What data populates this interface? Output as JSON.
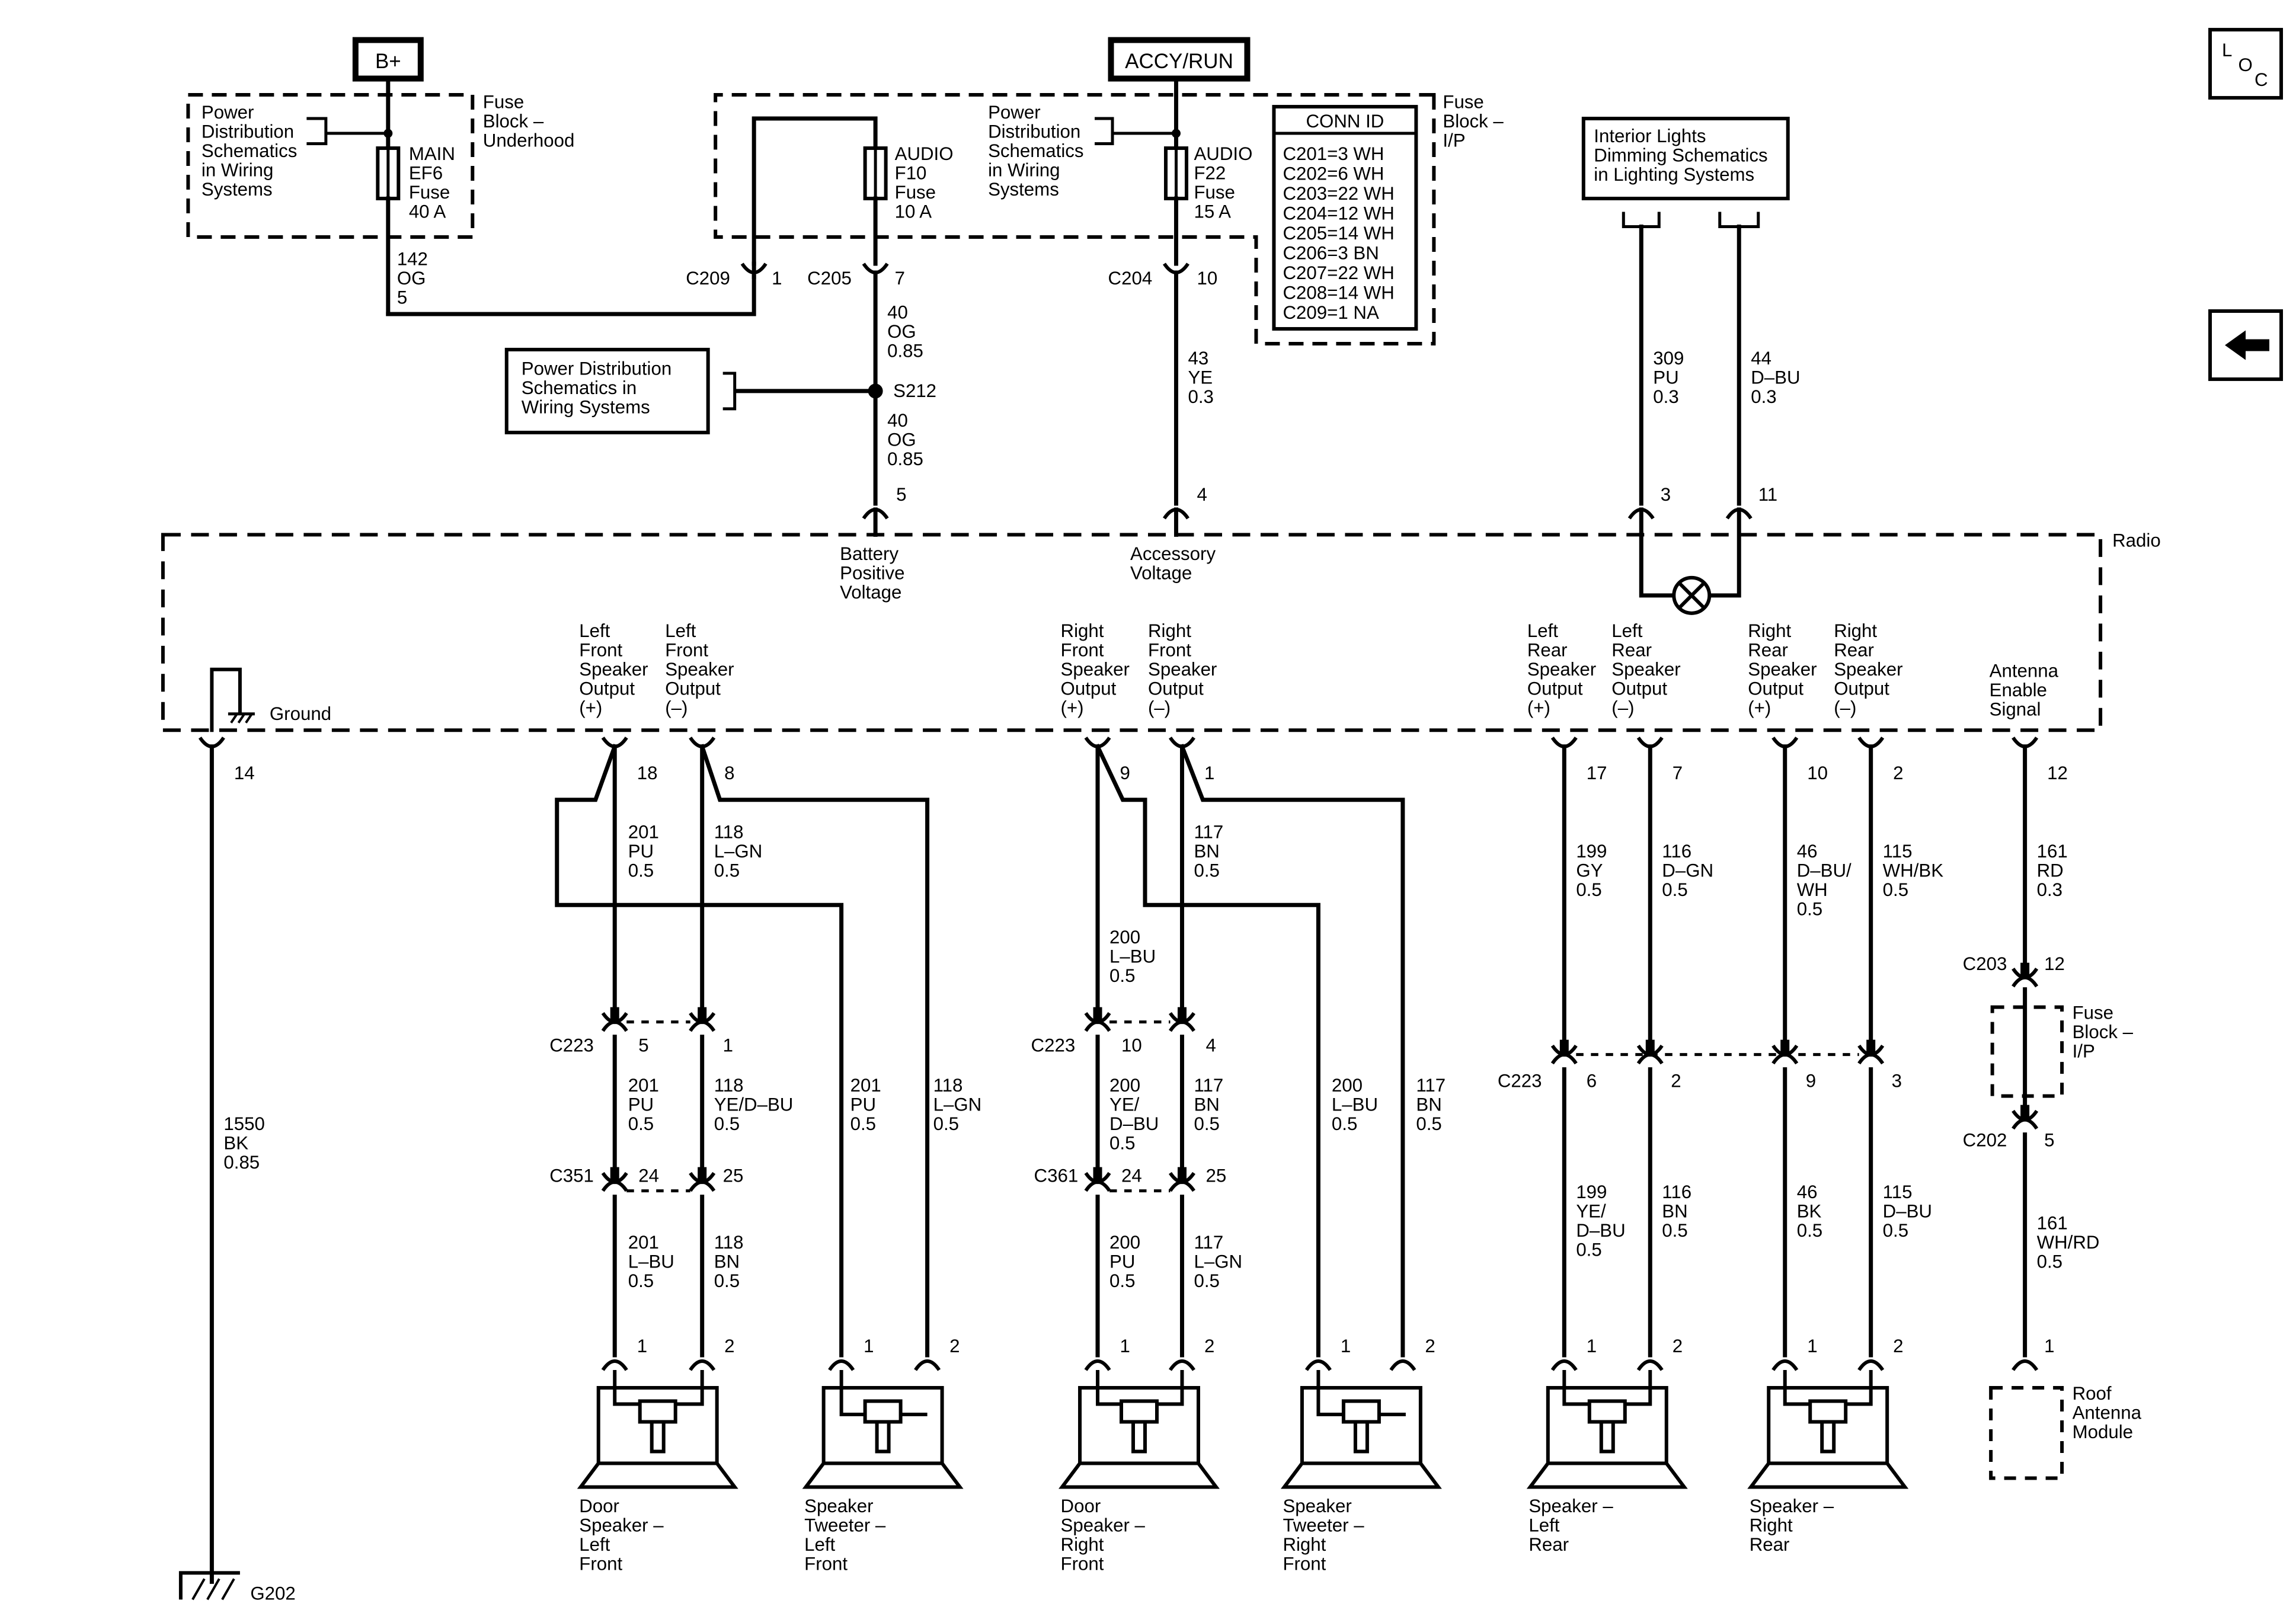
{
  "supplies": {
    "bplus": "B+",
    "accy_run": "ACCY/RUN"
  },
  "fuse_block_underhood": {
    "label": [
      "Fuse",
      "Block –",
      "Underhood"
    ],
    "ref": [
      "Power",
      "Distribution",
      "Schematics",
      "in Wiring",
      "Systems"
    ],
    "fuse": [
      "MAIN",
      "EF6",
      "Fuse",
      "40 A"
    ]
  },
  "fuse_block_ip": {
    "label": [
      "Fuse",
      "Block –",
      "I/P"
    ],
    "ref": [
      "Power",
      "Distribution",
      "Schematics",
      "in Wiring",
      "Systems"
    ],
    "fuse_f10": [
      "AUDIO",
      "F10",
      "Fuse",
      "10 A"
    ],
    "fuse_f22": [
      "AUDIO",
      "F22",
      "Fuse",
      "15 A"
    ]
  },
  "conn_id": {
    "title": "CONN ID",
    "rows": [
      "C201=3 WH",
      "C202=6 WH",
      "C203=22 WH",
      "C204=12 WH",
      "C205=14 WH",
      "C206=3 BN",
      "C207=22 WH",
      "C208=14 WH",
      "C209=1 NA"
    ]
  },
  "interior_lights_ref": [
    "Interior Lights",
    "Dimming Schematics",
    "in Lighting Systems"
  ],
  "power_dist_ref": [
    "Power Distribution",
    "Schematics in",
    "Wiring Systems"
  ],
  "splice": "S212",
  "connectors_top": {
    "c209": {
      "name": "C209",
      "pin": "1"
    },
    "c205": {
      "name": "C205",
      "pin": "7"
    },
    "c204": {
      "name": "C204",
      "pin": "10"
    }
  },
  "wires_top": {
    "w142": [
      "142",
      "OG",
      "5"
    ],
    "w40a": [
      "40",
      "OG",
      "0.85"
    ],
    "w40b": [
      "40",
      "OG",
      "0.85"
    ],
    "w43": [
      "43",
      "YE",
      "0.3"
    ],
    "w309": [
      "309",
      "PU",
      "0.3"
    ],
    "w44": [
      "44",
      "D–BU",
      "0.3"
    ]
  },
  "radio": {
    "title": "Radio",
    "pins_top": {
      "bat": "5",
      "acc": "4",
      "dim1": "3",
      "dim2": "11"
    },
    "bat_label": [
      "Battery",
      "Positive",
      "Voltage"
    ],
    "acc_label": [
      "Accessory",
      "Voltage"
    ],
    "ground": "Ground",
    "outputs": {
      "lf_pos": [
        "Left",
        "Front",
        "Speaker",
        "Output",
        "(+)"
      ],
      "lf_neg": [
        "Left",
        "Front",
        "Speaker",
        "Output",
        "(–)"
      ],
      "rf_pos": [
        "Right",
        "Front",
        "Speaker",
        "Output",
        "(+)"
      ],
      "rf_neg": [
        "Right",
        "Front",
        "Speaker",
        "Output",
        "(–)"
      ],
      "lr_pos": [
        "Left",
        "Rear",
        "Speaker",
        "Output",
        "(+)"
      ],
      "lr_neg": [
        "Left",
        "Rear",
        "Speaker",
        "Output",
        "(–)"
      ],
      "rr_pos": [
        "Right",
        "Rear",
        "Speaker",
        "Output",
        "(+)"
      ],
      "rr_neg": [
        "Right",
        "Rear",
        "Speaker",
        "Output",
        "(–)"
      ],
      "ant": [
        "Antenna",
        "Enable",
        "Signal"
      ]
    },
    "pins_bottom": {
      "gnd": "14",
      "lf_pos": "18",
      "lf_neg": "8",
      "rf_pos": "9",
      "rf_neg": "1",
      "lr_pos": "17",
      "lr_neg": "7",
      "rr_pos": "10",
      "rr_neg": "2",
      "ant": "12"
    }
  },
  "wires_bottom": {
    "w1550": [
      "1550",
      "BK",
      "0.85"
    ],
    "w201": [
      "201",
      "PU",
      "0.5"
    ],
    "w118": [
      "118",
      "L–GN",
      "0.5"
    ],
    "w117": [
      "117",
      "BN",
      "0.5"
    ],
    "w200": [
      "200",
      "L–BU",
      "0.5"
    ],
    "w199": [
      "199",
      "GY",
      "0.5"
    ],
    "w116": [
      "116",
      "D–GN",
      "0.5"
    ],
    "w46": [
      "46",
      "D–BU/",
      "WH",
      "0.5"
    ],
    "w115": [
      "115",
      "WH/BK",
      "0.5"
    ],
    "w161": [
      "161",
      "RD",
      "0.3"
    ],
    "w201b": [
      "201",
      "PU",
      "0.5"
    ],
    "w118b": [
      "118",
      "YE/D–BU",
      "0.5"
    ],
    "w201t": [
      "201",
      "PU",
      "0.5"
    ],
    "w118t": [
      "118",
      "L–GN",
      "0.5"
    ],
    "w200b": [
      "200",
      "YE/",
      "D–BU",
      "0.5"
    ],
    "w117b": [
      "117",
      "BN",
      "0.5"
    ],
    "w200t": [
      "200",
      "L–BU",
      "0.5"
    ],
    "w117t": [
      "117",
      "BN",
      "0.5"
    ],
    "w201c": [
      "201",
      "L–BU",
      "0.5"
    ],
    "w118c": [
      "118",
      "BN",
      "0.5"
    ],
    "w200c": [
      "200",
      "PU",
      "0.5"
    ],
    "w117c": [
      "117",
      "L–GN",
      "0.5"
    ],
    "w199b": [
      "199",
      "YE/",
      "D–BU",
      "0.5"
    ],
    "w116b": [
      "116",
      "BN",
      "0.5"
    ],
    "w46b": [
      "46",
      "BK",
      "0.5"
    ],
    "w115b": [
      "115",
      "D–BU",
      "0.5"
    ],
    "w161b": [
      "161",
      "WH/RD",
      "0.5"
    ]
  },
  "inline_connectors": {
    "c223_lf": {
      "name": "C223",
      "p1": "5",
      "p2": "1"
    },
    "c223_rf": {
      "name": "C223",
      "p1": "10",
      "p2": "4"
    },
    "c351": {
      "name": "C351",
      "p1": "24",
      "p2": "25"
    },
    "c361": {
      "name": "C361",
      "p1": "24",
      "p2": "25"
    },
    "c223_rear": {
      "name": "C223",
      "p1": "6",
      "p2": "2",
      "p3": "9",
      "p4": "3"
    },
    "c203": {
      "name": "C203",
      "pin": "12"
    },
    "c202": {
      "name": "C202",
      "pin": "5"
    },
    "fuse_block_ip2": [
      "Fuse",
      "Block –",
      "I/P"
    ]
  },
  "speakers": {
    "door_lf": [
      "Door",
      "Speaker –",
      "Left",
      "Front"
    ],
    "tweeter_lf": [
      "Speaker",
      "Tweeter –",
      "Left",
      "Front"
    ],
    "door_rf": [
      "Door",
      "Speaker –",
      "Right",
      "Front"
    ],
    "tweeter_rf": [
      "Speaker",
      "Tweeter –",
      "Right",
      "Front"
    ],
    "rear_l": [
      "Speaker –",
      "Left",
      "Rear"
    ],
    "rear_r": [
      "Speaker –",
      "Right",
      "Rear"
    ],
    "pin1": "1",
    "pin2": "2"
  },
  "antenna_module": {
    "pin": "1",
    "label": [
      "Roof",
      "Antenna",
      "Module"
    ]
  },
  "ground_point": "G202",
  "nav": {
    "loc_l": "L",
    "loc_o": "O",
    "loc_c": "C",
    "back_icon": "left-arrow-icon"
  }
}
